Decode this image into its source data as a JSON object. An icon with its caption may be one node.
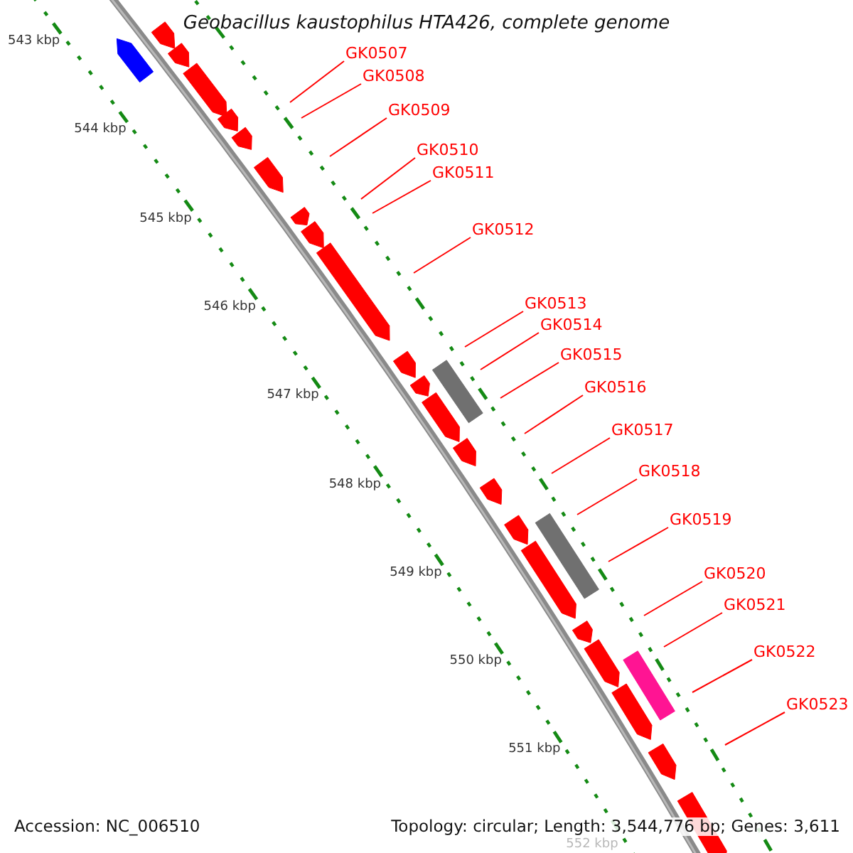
{
  "diagram": {
    "title": "Geobacillus kaustophilus HTA426, complete genome",
    "nodes": [
      {
        "text": [
          "GK0507"
        ]
      },
      {
        "text": [
          "GK0508"
        ]
      },
      {
        "text": [
          "GK0509"
        ]
      },
      {
        "text": [
          "GK0510"
        ]
      },
      {
        "text": [
          "GK0511"
        ]
      },
      {
        "text": [
          "GK0512"
        ]
      },
      {
        "text": [
          "GK0513"
        ]
      },
      {
        "text": [
          "GK0514"
        ]
      },
      {
        "text": [
          "GK0515"
        ]
      },
      {
        "text": [
          "GK0516"
        ]
      },
      {
        "text": [
          "GK0517"
        ]
      },
      {
        "text": [
          "GK0518"
        ]
      },
      {
        "text": [
          "GK0519"
        ]
      },
      {
        "text": [
          "GK0520"
        ]
      },
      {
        "text": [
          "GK0521"
        ]
      },
      {
        "text": [
          "GK0522"
        ]
      },
      {
        "text": [
          "GK0523"
        ]
      }
    ],
    "edges": [
      {
        "from": 0,
        "to": null,
        "arrow": "none"
      },
      {
        "from": 1,
        "to": null,
        "arrow": "none"
      },
      {
        "from": 2,
        "to": null,
        "arrow": "none"
      },
      {
        "from": 3,
        "to": null,
        "arrow": "none"
      },
      {
        "from": 4,
        "to": null,
        "arrow": "none"
      },
      {
        "from": 5,
        "to": null,
        "arrow": "none"
      },
      {
        "from": 6,
        "to": null,
        "arrow": "none"
      },
      {
        "from": 7,
        "to": null,
        "arrow": "none"
      },
      {
        "from": 8,
        "to": null,
        "arrow": "none"
      },
      {
        "from": 9,
        "to": null,
        "arrow": "none"
      },
      {
        "from": 10,
        "to": null,
        "arrow": "none"
      },
      {
        "from": 11,
        "to": null,
        "arrow": "none"
      },
      {
        "from": 12,
        "to": null,
        "arrow": "none"
      },
      {
        "from": 13,
        "to": null,
        "arrow": "none"
      },
      {
        "from": 14,
        "to": null,
        "arrow": "none"
      },
      {
        "from": 15,
        "to": null,
        "arrow": "none"
      },
      {
        "from": 16,
        "to": null,
        "arrow": "none"
      }
    ],
    "labels": [
      "543 kbp",
      "544 kbp",
      "545 kbp",
      "546 kbp",
      "547 kbp",
      "548 kbp",
      "549 kbp",
      "550 kbp",
      "551 kbp",
      "552 kbp",
      "Accession: NC_006510",
      "Topology: circular; Length: 3,544,776 bp; Genes: 3,611"
    ]
  }
}
